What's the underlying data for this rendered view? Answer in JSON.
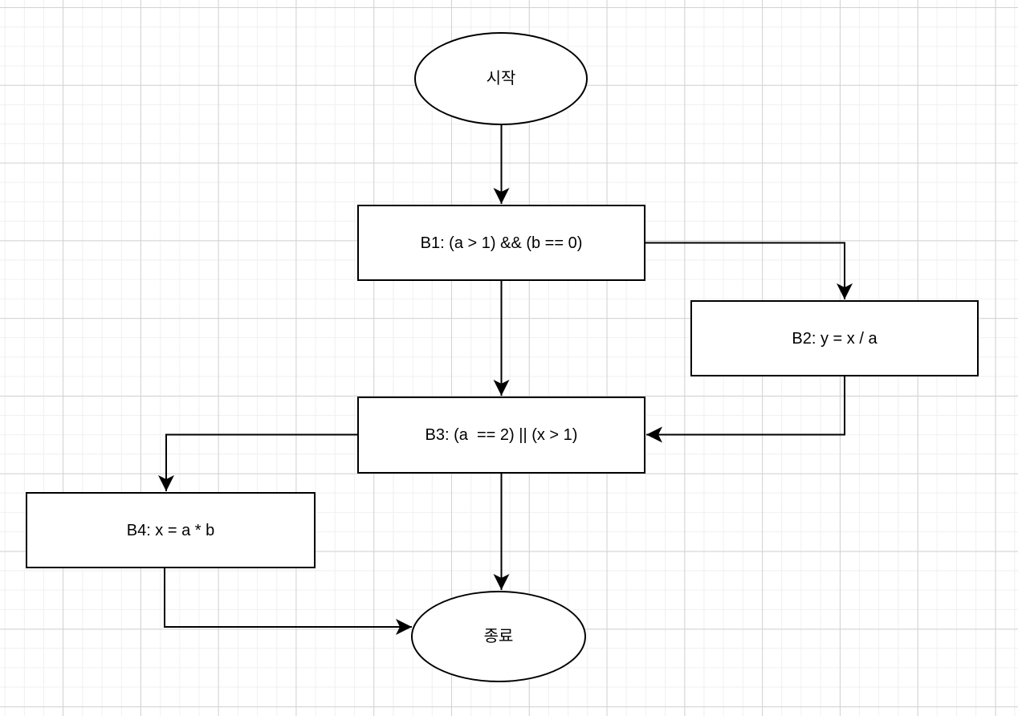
{
  "diagram": {
    "type": "flowchart",
    "nodes": [
      {
        "id": "start",
        "shape": "ellipse",
        "label": "시작"
      },
      {
        "id": "B1",
        "shape": "rectangle",
        "label": "B1: (a > 1) && (b == 0)"
      },
      {
        "id": "B2",
        "shape": "rectangle",
        "label": "B2: y = x / a"
      },
      {
        "id": "B3",
        "shape": "rectangle",
        "label": "B3: (a  == 2) || (x > 1)"
      },
      {
        "id": "B4",
        "shape": "rectangle",
        "label": "B4: x = a * b"
      },
      {
        "id": "end",
        "shape": "ellipse",
        "label": "종료"
      }
    ],
    "edges": [
      {
        "from": "start",
        "to": "B1",
        "style": "straight-down-arrow"
      },
      {
        "from": "B1",
        "to": "B2",
        "style": "right-then-down-arrow"
      },
      {
        "from": "B1",
        "to": "B3",
        "style": "straight-down-arrow"
      },
      {
        "from": "B2",
        "to": "B3",
        "style": "down-then-left-arrow"
      },
      {
        "from": "B3",
        "to": "B4",
        "style": "left-then-down-arrow"
      },
      {
        "from": "B3",
        "to": "end",
        "style": "straight-down-arrow"
      },
      {
        "from": "B4",
        "to": "end",
        "style": "down-then-right-arrow"
      }
    ],
    "colors": {
      "shape_stroke": "#000000",
      "shape_fill": "#ffffff",
      "edge_stroke": "#000000",
      "canvas_background": "#ffffff",
      "grid_minor": "#f0f0f0",
      "grid_major": "#d2d2d2"
    }
  }
}
